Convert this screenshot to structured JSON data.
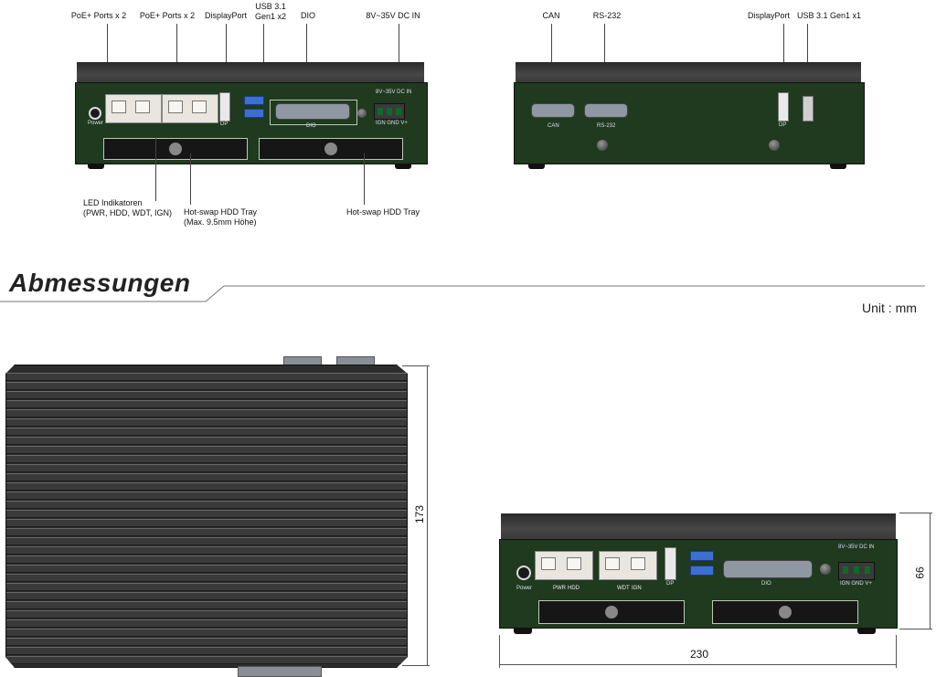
{
  "front_view": {
    "callouts_top": {
      "poe1": "PoE+ Ports x 2",
      "poe2": "PoE+ Ports x 2",
      "displayport": "DisplayPort",
      "usb_line1": "USB 3.1",
      "usb_line2": "Gen1 x2",
      "dio": "DIO",
      "dcin": "8V~35V DC IN"
    },
    "callouts_bottom": {
      "led_line1": "LED Indikatoren",
      "led_line2": "(PWR, HDD, WDT, IGN)",
      "hdd1_line1": "Hot-swap HDD Tray",
      "hdd1_line2": "(Max.  9.5mm Höhe)",
      "hdd2": "Hot-swap HDD Tray"
    },
    "panel_text": {
      "power": "Power",
      "dp": "DP",
      "dio": "DIO",
      "dc_in": "8V~35V DC IN",
      "terminals": "IGN  GND  V+"
    }
  },
  "rear_view": {
    "callouts": {
      "can": "CAN",
      "rs232": "RS-232",
      "displayport": "DisplayPort",
      "usb": "USB 3.1 Gen1 x1"
    },
    "panel_text": {
      "can": "CAN",
      "rs232": "RS-232",
      "dp": "DP"
    }
  },
  "section": {
    "title": "Abmessungen",
    "unit": "Unit : mm"
  },
  "dimensions": {
    "depth": "173",
    "height": "66",
    "width": "230"
  },
  "front_view_small": {
    "panel_text": {
      "pwr": "PWR",
      "hdd": "HDD",
      "wdt": "WDT",
      "ign": "IGN",
      "dp": "DP",
      "dio": "DIO",
      "dc_in": "8V~35V DC IN",
      "terminals": "IGN  GND  V+",
      "power": "Power"
    }
  },
  "colors": {
    "panel_green": "#1f3a1e",
    "usb_blue": "#3d6fd2",
    "terminal_green": "#0f6a25"
  }
}
